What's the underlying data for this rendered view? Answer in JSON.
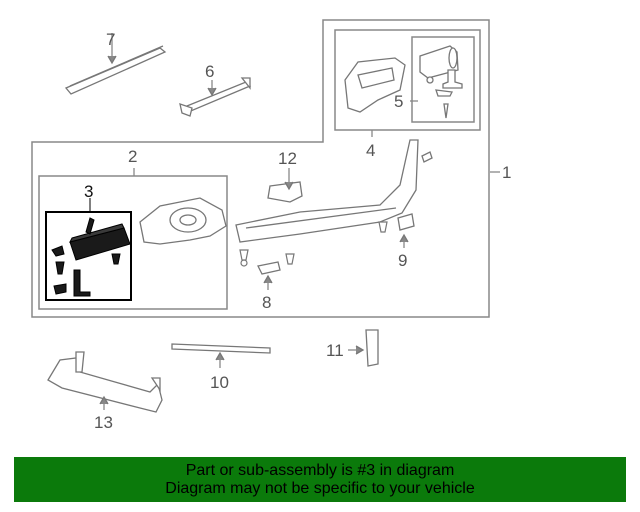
{
  "diagram": {
    "callouts": {
      "c1": "1",
      "c2": "2",
      "c3": "3",
      "c4": "4",
      "c5": "5",
      "c6": "6",
      "c7": "7",
      "c8": "8",
      "c9": "9",
      "c10": "10",
      "c11": "11",
      "c12": "12",
      "c13": "13"
    },
    "highlighted_part": "3",
    "line_color": "#888888",
    "highlight_color": "#000000"
  },
  "banner": {
    "line1": "Part or sub-assembly is #3 in diagram",
    "line2": "Diagram may not be specific to your vehicle",
    "background": "#0b7a0b"
  }
}
